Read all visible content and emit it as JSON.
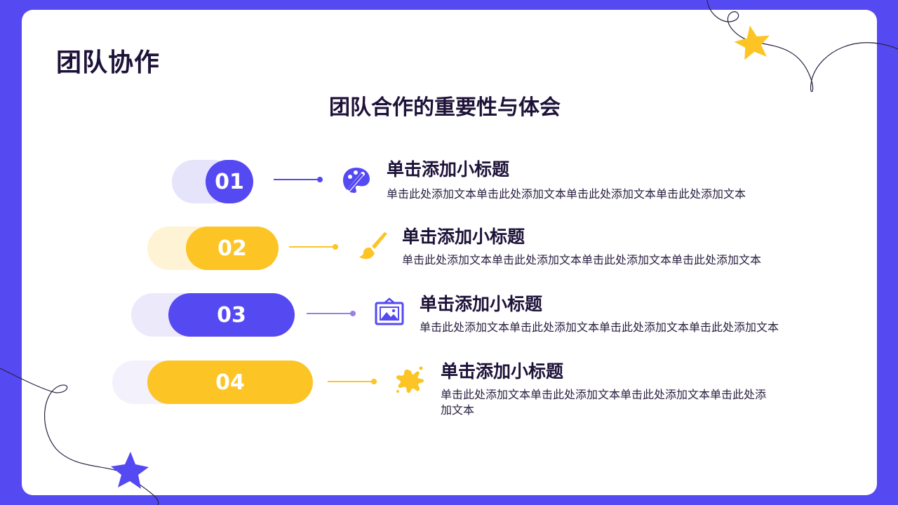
{
  "page": {
    "title": "团队协作",
    "subtitle": "团队合作的重要性与体会"
  },
  "colors": {
    "primary": "#5549f2",
    "accent": "#fcc425",
    "text": "#1d1238"
  },
  "items": [
    {
      "number": "01",
      "title": "单击添加小标题",
      "text": "单击此处添加文本单击此处添加文本单击此处添加文本单击此处添加文本",
      "icon": "palette-icon"
    },
    {
      "number": "02",
      "title": "单击添加小标题",
      "text": "单击此处添加文本单击此处添加文本单击此处添加文本单击此处添加文本",
      "icon": "paintbrush-icon"
    },
    {
      "number": "03",
      "title": "单击添加小标题",
      "text": "单击此处添加文本单击此处添加文本单击此处添加文本单击此处添加文本",
      "icon": "picture-frame-icon"
    },
    {
      "number": "04",
      "title": "单击添加小标题",
      "text": "单击此处添加文本单击此处添加文本单击此处添加文本单击此处添加文本",
      "icon": "paint-splash-icon"
    }
  ]
}
